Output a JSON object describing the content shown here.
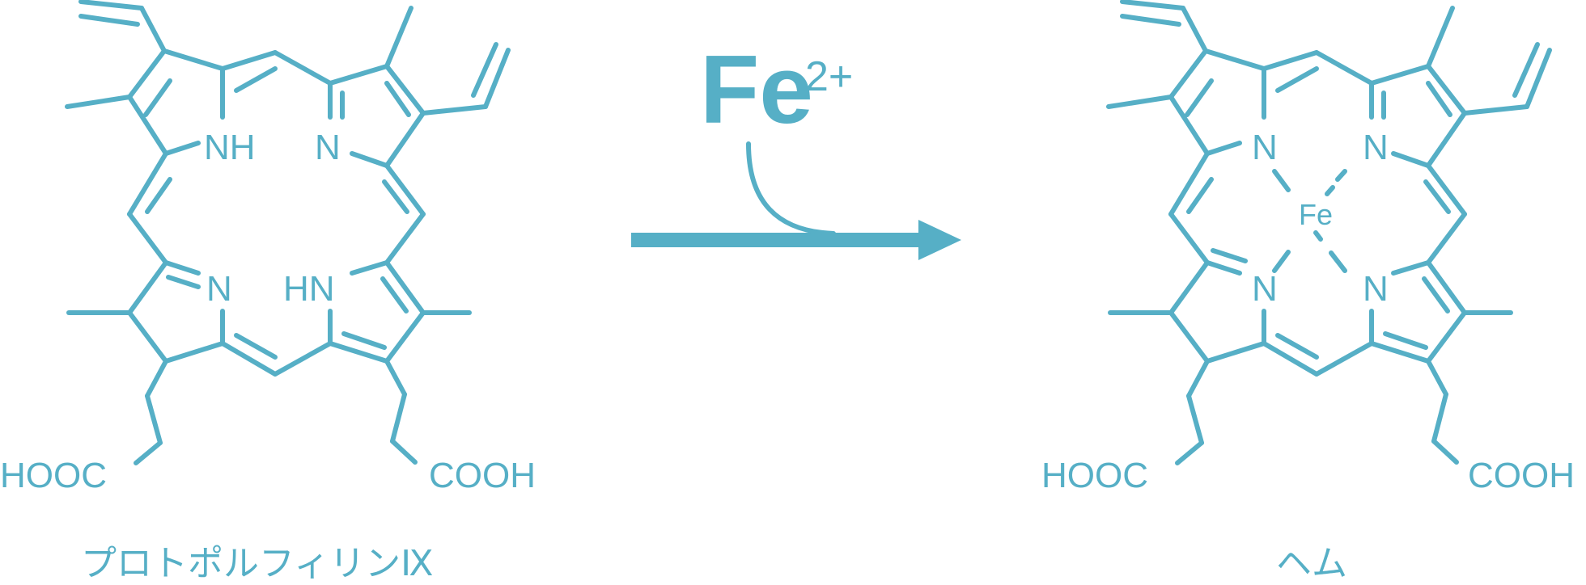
{
  "colors": {
    "structure": "#56afc6",
    "background": "#ffffff"
  },
  "left_molecule": {
    "atoms": {
      "nh_top": "NH",
      "n_top": "N",
      "n_bottom": "N",
      "hn_bottom": "HN"
    },
    "acid_left": "HOOC",
    "acid_right": "COOH",
    "caption": "プロトポルフィリンⅨ"
  },
  "reaction": {
    "reagent_symbol": "Fe",
    "reagent_charge": "2+"
  },
  "right_molecule": {
    "atoms": {
      "n_top_left": "N",
      "n_top_right": "N",
      "n_bottom_left": "N",
      "n_bottom_right": "N",
      "center_metal": "Fe"
    },
    "acid_left": "HOOC",
    "acid_right": "COOH",
    "caption": "ヘム"
  }
}
